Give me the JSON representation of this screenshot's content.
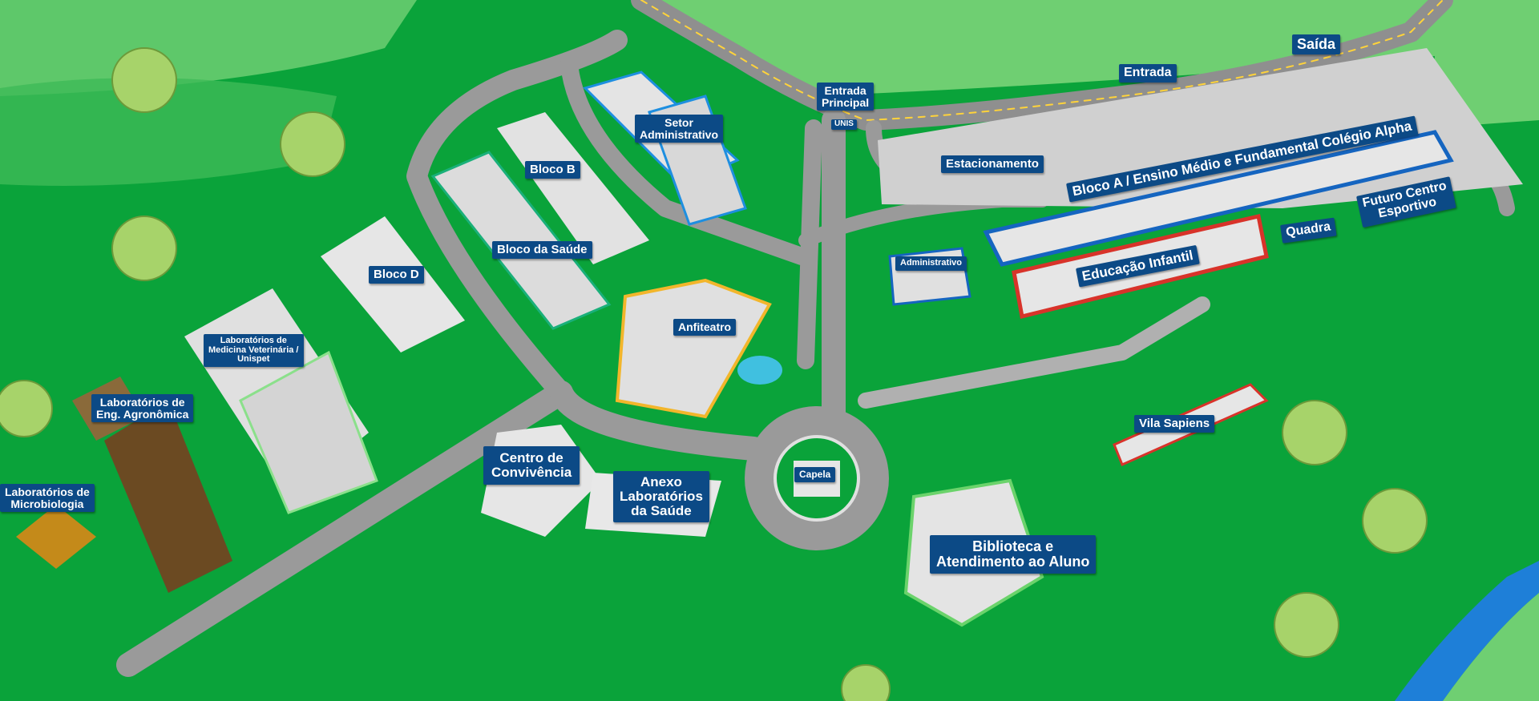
{
  "map": {
    "labels": {
      "saida": "Saída",
      "entrada": "Entrada",
      "entrada_principal": "Entrada\nPrincipal",
      "estacionamento": "Estacionamento",
      "setor_administrativo": "Setor\nAdministrativo",
      "bloco_b": "Bloco B",
      "bloco_saude": "Bloco da Saúde",
      "bloco_d": "Bloco D",
      "lab_vet": "Laboratórios de\nMedicina Veterinária /\nUnispet",
      "lab_agro": "Laboratórios de\nEng. Agronômica",
      "lab_micro": "Laboratórios de\nMicrobiologia",
      "anfiteatro": "Anfiteatro",
      "centro_convivencia": "Centro de\nConvivência",
      "anexo_lab_saude": "Anexo\nLaboratórios\nda Saúde",
      "capela": "Capela",
      "biblioteca": "Biblioteca e\nAtendimento ao Aluno",
      "vila_sapiens": "Vila Sapiens",
      "administrativo": "Administrativo",
      "bloco_a": "Bloco A / Ensino Médio e Fundamental Colégio Alpha",
      "educacao_infantil": "Educação Infantil",
      "quadra": "Quadra",
      "futuro_centro": "Futuro Centro\nEsportivo",
      "gate_sign": "UNIS"
    },
    "colors": {
      "grass": "#0aa33a",
      "grass_light": "#6fcf72",
      "road": "#9a9a9a",
      "sidewalk": "#d4d4d4",
      "label_bg": "#0c4a86",
      "water": "#1e7fd8"
    }
  }
}
